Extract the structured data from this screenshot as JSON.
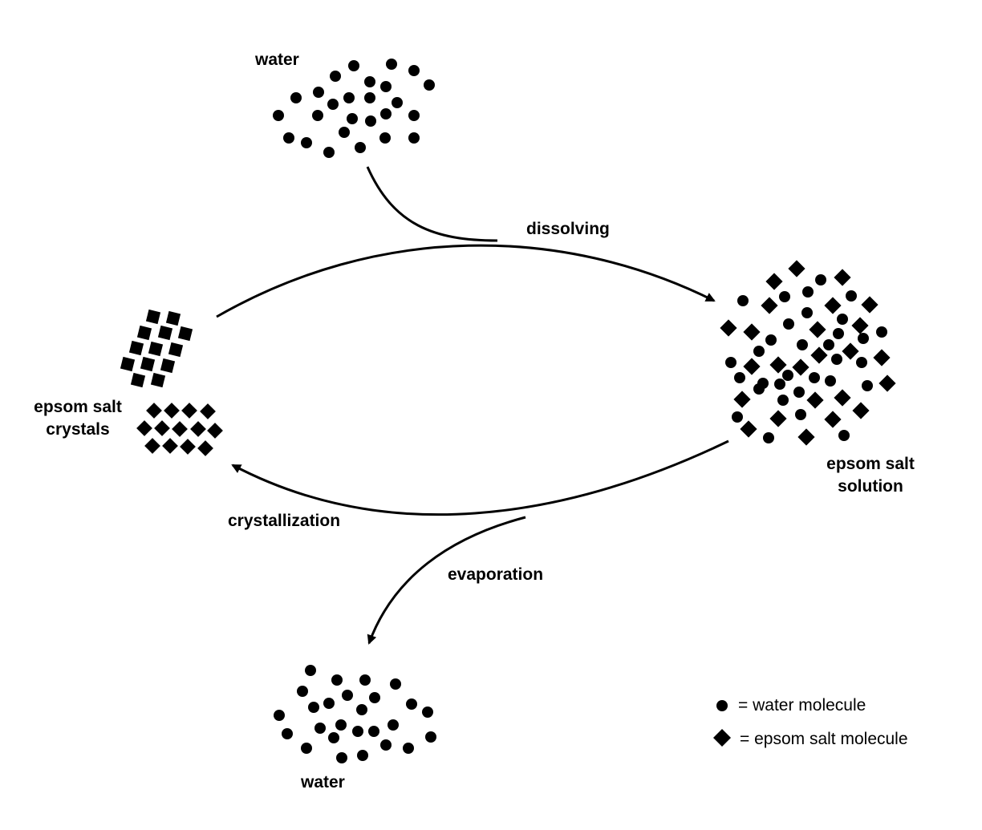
{
  "labels": {
    "water_top": "water",
    "water_bottom": "water",
    "dissolving": "dissolving",
    "crystals_line1": "epsom salt",
    "crystals_line2": "crystals",
    "solution_line1": "epsom salt",
    "solution_line2": "solution",
    "crystallization": "crystallization",
    "evaporation": "evaporation"
  },
  "legend": {
    "water": "= water molecule",
    "salt": "= epsom salt molecule"
  },
  "colors": {
    "ink": "#000000",
    "background": "#ffffff"
  },
  "icons": {
    "water_molecule": "circle",
    "salt_molecule": "diamond"
  }
}
